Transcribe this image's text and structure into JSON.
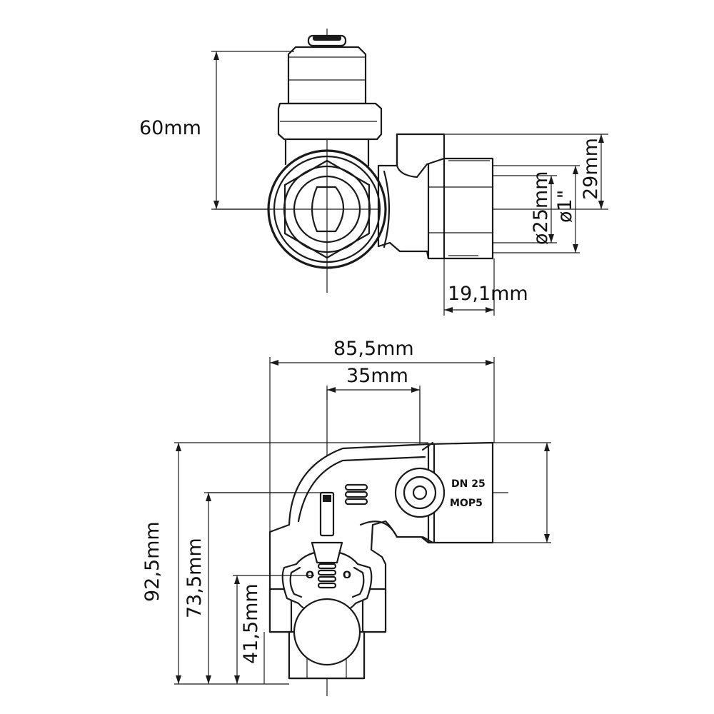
{
  "top_view": {
    "height_label": "60mm",
    "flange_height_label": "29mm",
    "bore_diameter_label": "ø25mm",
    "thread_diameter_label": "ø1\"",
    "thread_length_label": "19,1mm"
  },
  "front_view": {
    "overall_width_label": "85,5mm",
    "axis_spacing_label": "35mm",
    "overall_height_label": "92,5mm",
    "outlet_axis_height_label": "73,5mm",
    "handle_axis_height_label": "41,5mm",
    "marking_line1": "DN 25",
    "marking_line2": "MOP5"
  }
}
